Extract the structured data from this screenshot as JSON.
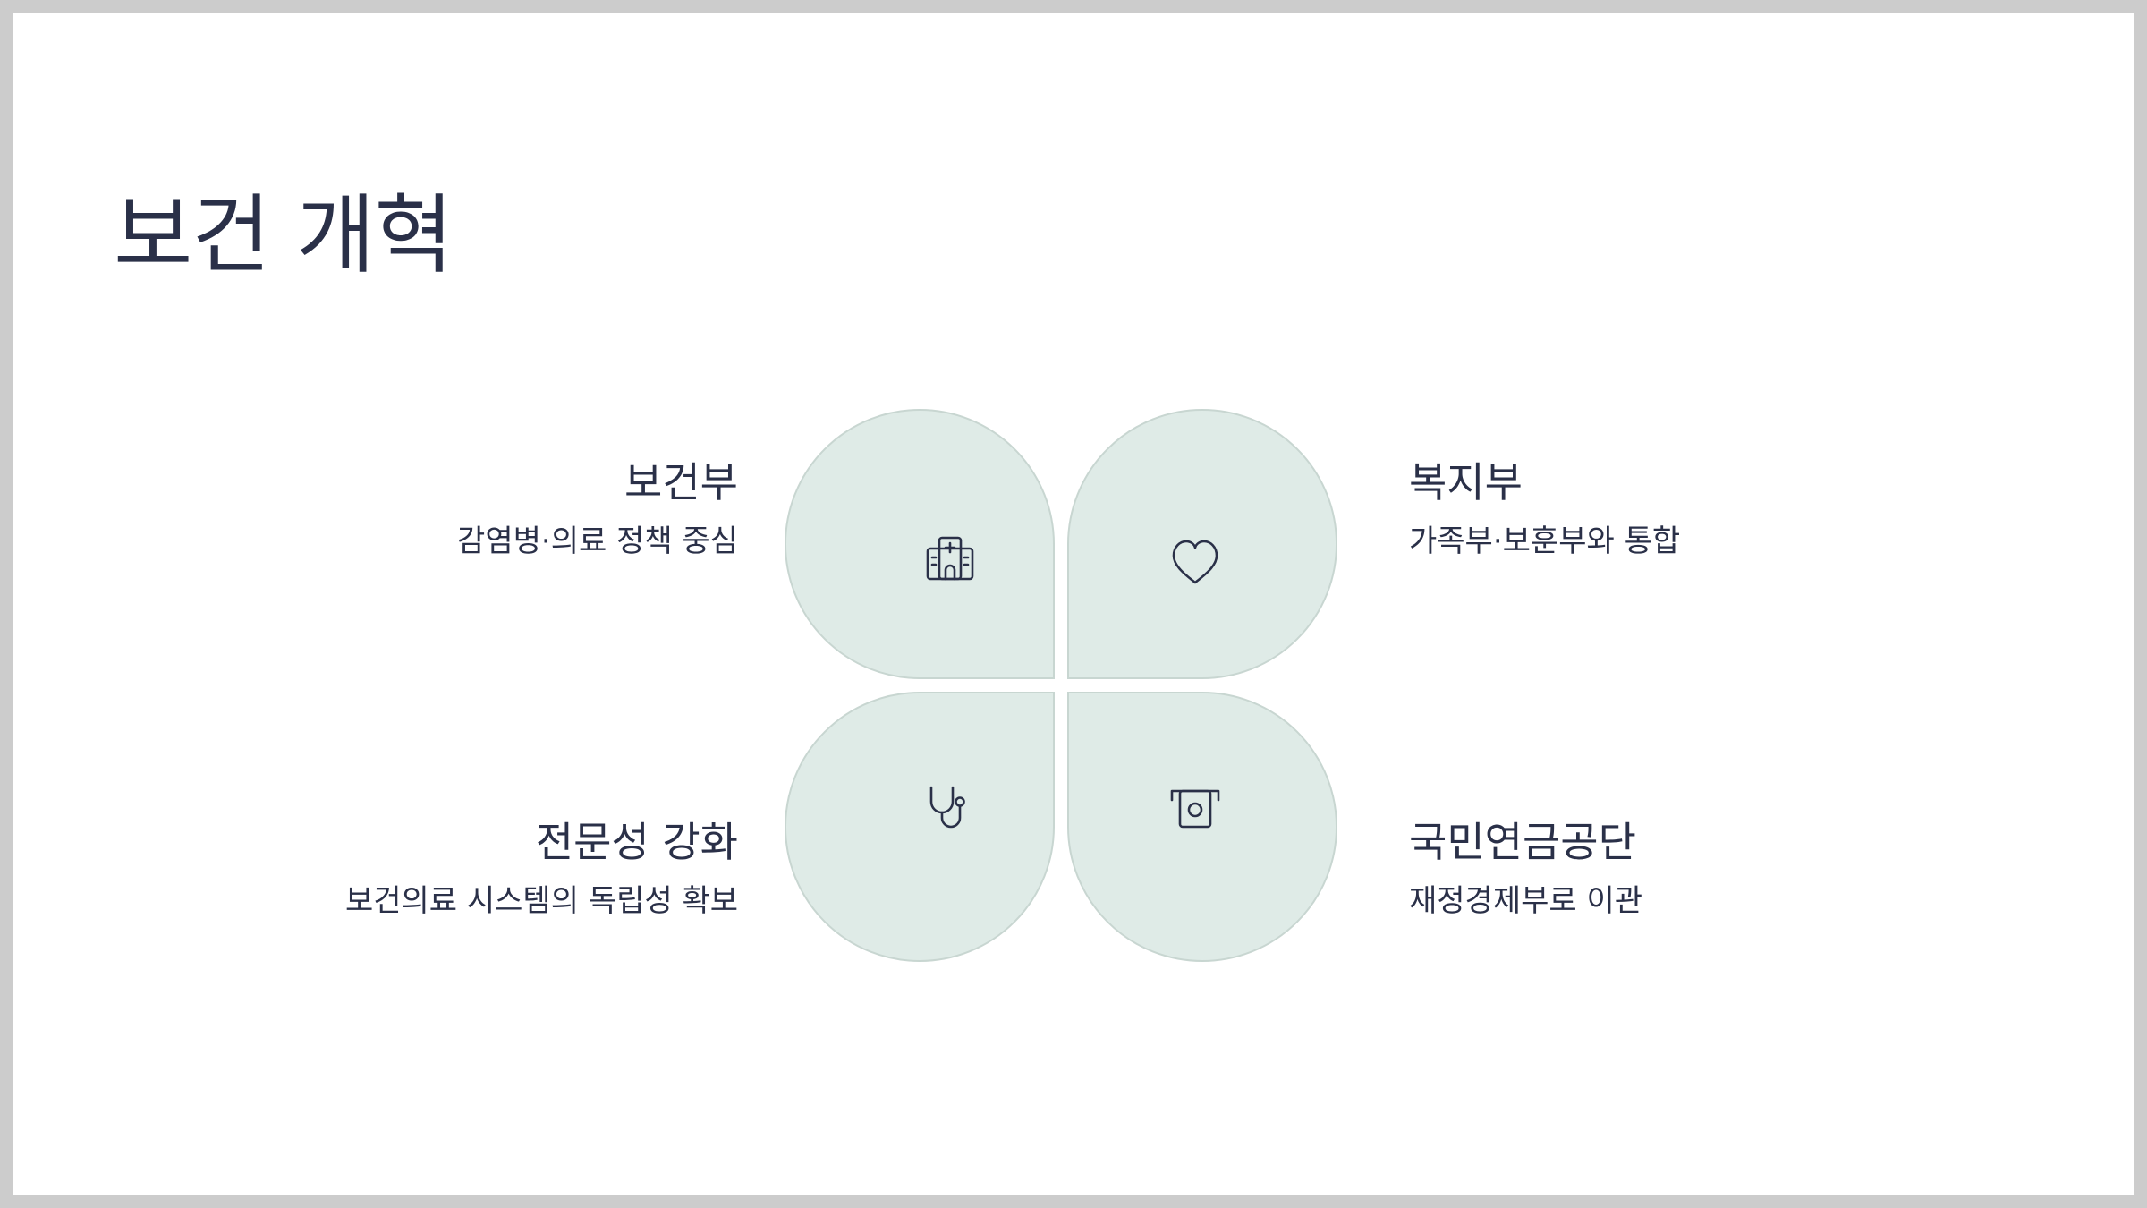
{
  "slide": {
    "title": "보건 개혁"
  },
  "items": [
    {
      "heading": "보건부",
      "description": "감염병·의료 정책 중심",
      "icon": "hospital-icon"
    },
    {
      "heading": "복지부",
      "description": "가족부·보훈부와 통합",
      "icon": "heart-icon"
    },
    {
      "heading": "전문성 강화",
      "description": "보건의료 시스템의 독립성 확보",
      "icon": "stethoscope-icon"
    },
    {
      "heading": "국민연금공단",
      "description": "재정경제부로 이관",
      "icon": "atm-icon"
    }
  ],
  "colors": {
    "petal_fill": "#dfebe7",
    "petal_stroke": "#c8d6d1",
    "text": "#2a3048"
  }
}
